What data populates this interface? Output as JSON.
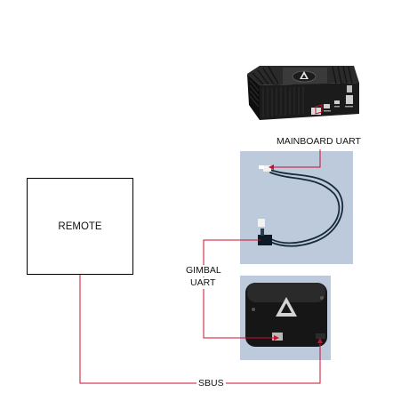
{
  "labels": {
    "mainboard_uart": "MAINBOARD UART",
    "remote": "REMOTE",
    "gimbal_line1": "GIMBAL",
    "gimbal_line2": "UART",
    "sbus": "SBUS"
  },
  "components": {
    "mainboard": "mainboard-photo",
    "cable": "uart-cable-photo",
    "gimbal": "gimbal-controller-photo"
  },
  "colors": {
    "wire": "#c8102e",
    "box_border": "#000000"
  }
}
